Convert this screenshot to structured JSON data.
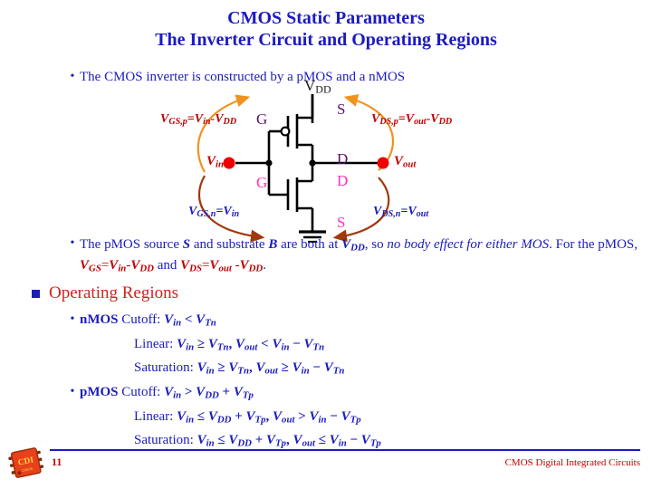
{
  "slide": {
    "title_line1": "CMOS Static Parameters",
    "title_line2": "The Inverter Circuit and Operating Regions",
    "title_color": "#1b1bbf",
    "accent_red": "#d42020",
    "bullet_glyph": "•",
    "square_bullet_glyph": "■"
  },
  "bullets": {
    "b1": "The CMOS inverter is constructed by a pMOS and a nMOS",
    "b2_plain": "The pMOS source S and substrate B are both at VDD, so no body effect for either MOS. For the pMOS, VGS=Vin-VDD and VDS=Vout -VDD.",
    "section_heading": "Operating Regions"
  },
  "circuit": {
    "supply_label": "VDD",
    "supply_sub": "DD",
    "supply_main": "V",
    "input_label": "Vin",
    "output_label": "Vout",
    "pmos_gate": "G",
    "pmos_source": "S",
    "pmos_drain": "D",
    "nmos_gate": "G",
    "nmos_drain": "D",
    "nmos_source": "S",
    "eq_gs_p": "VGS,p=Vin-VDD",
    "eq_ds_p": "VDS,p=Vout-VDD",
    "eq_gs_n": "VGS,n=Vin",
    "eq_ds_n": "VDS,n=Vout",
    "colors": {
      "pmos_label": "#5c0f6e",
      "nmos_label": "#ff2fc2",
      "node_dot": "#ee0000",
      "arc_top": "#f0921e",
      "arc_bottom": "#a0380c",
      "wire": "#000000",
      "eq_red": "#c00000",
      "eq_blue": "#1b1bbf"
    }
  },
  "regions": {
    "nmos": {
      "device": "nMOS",
      "cutoff_label": "Cutoff:",
      "cutoff_expr": "Vin < VTn",
      "linear_label": "Linear:",
      "linear_expr": "Vin ≥ VTn, Vout < Vin − VTn",
      "saturation_label": "Saturation:",
      "saturation_expr": "Vin  ≥ VTn, Vout ≥ Vin − VTn"
    },
    "pmos": {
      "device": "pMOS",
      "cutoff_label": "Cutoff:",
      "cutoff_expr": "Vin > VDD + VTp",
      "linear_label": "Linear:",
      "linear_expr": "Vin ≤ VDD + VTp, Vout > Vin − VTp",
      "saturation_label": "Saturation:",
      "saturation_expr": "Vin ≤ VDD + VTp, Vout ≤ Vin − VTp"
    }
  },
  "footer": {
    "page_number": "11",
    "course": "CMOS Digital Integrated Circuits",
    "logo_name": "chip-logo"
  }
}
